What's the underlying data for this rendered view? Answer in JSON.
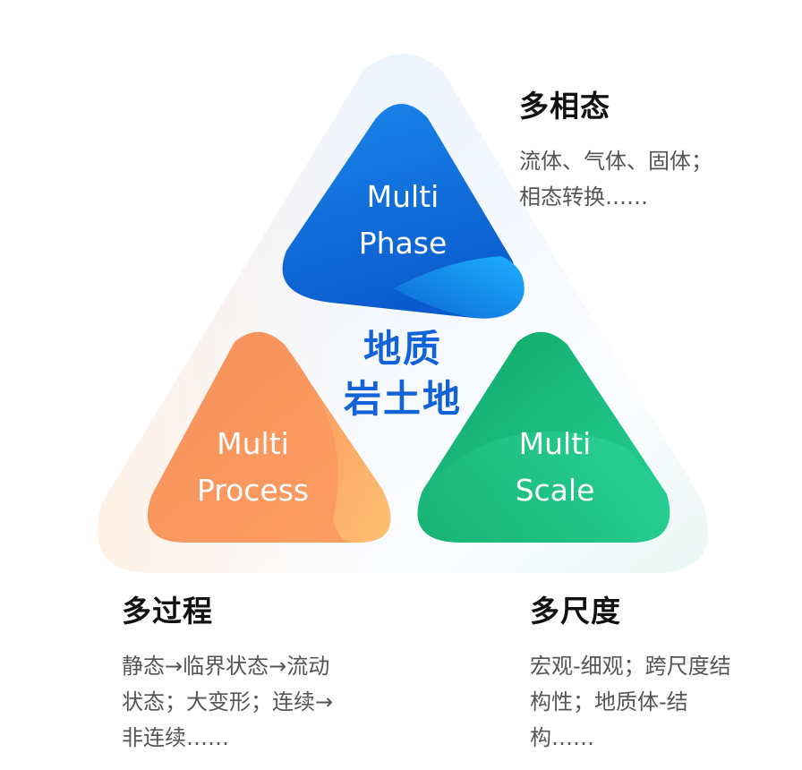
{
  "center": {
    "line1": "地质",
    "line2": "岩土地"
  },
  "nodes": {
    "phase": {
      "label_line1": "Multi",
      "label_line2": "Phase",
      "title": "多相态",
      "desc_lines": [
        "流体、气体、固体；",
        "相态转换……"
      ],
      "color_dark": "#0b63d1",
      "color_light": "#1aa5ff"
    },
    "process": {
      "label_line1": "Multi",
      "label_line2": "Process",
      "title": "多过程",
      "desc_lines": [
        "静态→临界状态→流动",
        "状态；大变形；连续→",
        "非连续……"
      ],
      "color_dark": "#f58a55",
      "color_light": "#ffbc6e"
    },
    "scale": {
      "label_line1": "Multi",
      "label_line2": "Scale",
      "title": "多尺度",
      "desc_lines": [
        "宏观-细观；跨尺度结",
        "构性；地质体-结",
        "构……"
      ],
      "color_dark": "#12a866",
      "color_light": "#3ae0a8"
    }
  }
}
